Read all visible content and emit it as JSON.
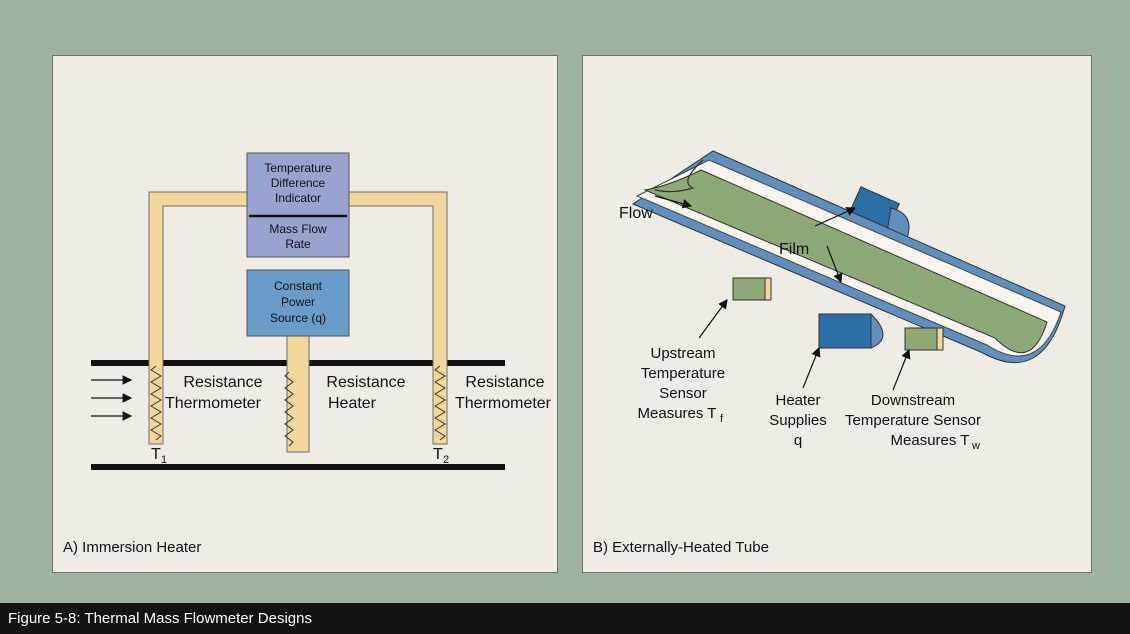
{
  "figure_caption": "Figure 5-8: Thermal Mass Flowmeter Designs",
  "panel_a": {
    "caption": "A) Immersion Heater",
    "indicator_box": {
      "line1": "Temperature",
      "line2": "Difference",
      "line3": "Indicator",
      "line4": "Mass Flow",
      "line5": "Rate"
    },
    "power_box": {
      "line1": "Constant",
      "line2": "Power",
      "line3": "Source (q)"
    },
    "labels": {
      "left_resistance": "Resistance",
      "left_thermometer": "Thermometer",
      "mid_resistance": "Resistance",
      "mid_heater": "Heater",
      "right_resistance": "Resistance",
      "right_thermometer": "Thermometer",
      "t1": "T",
      "t1_sub": "1",
      "t2": "T",
      "t2_sub": "2"
    }
  },
  "panel_b": {
    "caption": "B) Externally-Heated Tube",
    "labels": {
      "flow": "Flow",
      "film": "Film",
      "upstream1": "Upstream",
      "upstream2": "Temperature",
      "upstream3": "Sensor",
      "upstream4": "Measures T",
      "upstream_sub": "f",
      "heater1": "Heater",
      "heater2": "Supplies",
      "heater3": "q",
      "downstream1": "Downstream",
      "downstream2": "Temperature Sensor",
      "downstream3": "Measures T",
      "downstream_sub": "w"
    }
  },
  "colors": {
    "background": "#9fb2a2",
    "panel": "#efece6",
    "pipe_wall": "#f1d79c",
    "indicator_box": "#99a3cf",
    "power_box": "#6a9cc9",
    "tube_fill": "#8ea878",
    "tube_shell": "#5f8fbc",
    "heater_block": "#2b6fa7",
    "sensor_block": "#8ea878"
  }
}
